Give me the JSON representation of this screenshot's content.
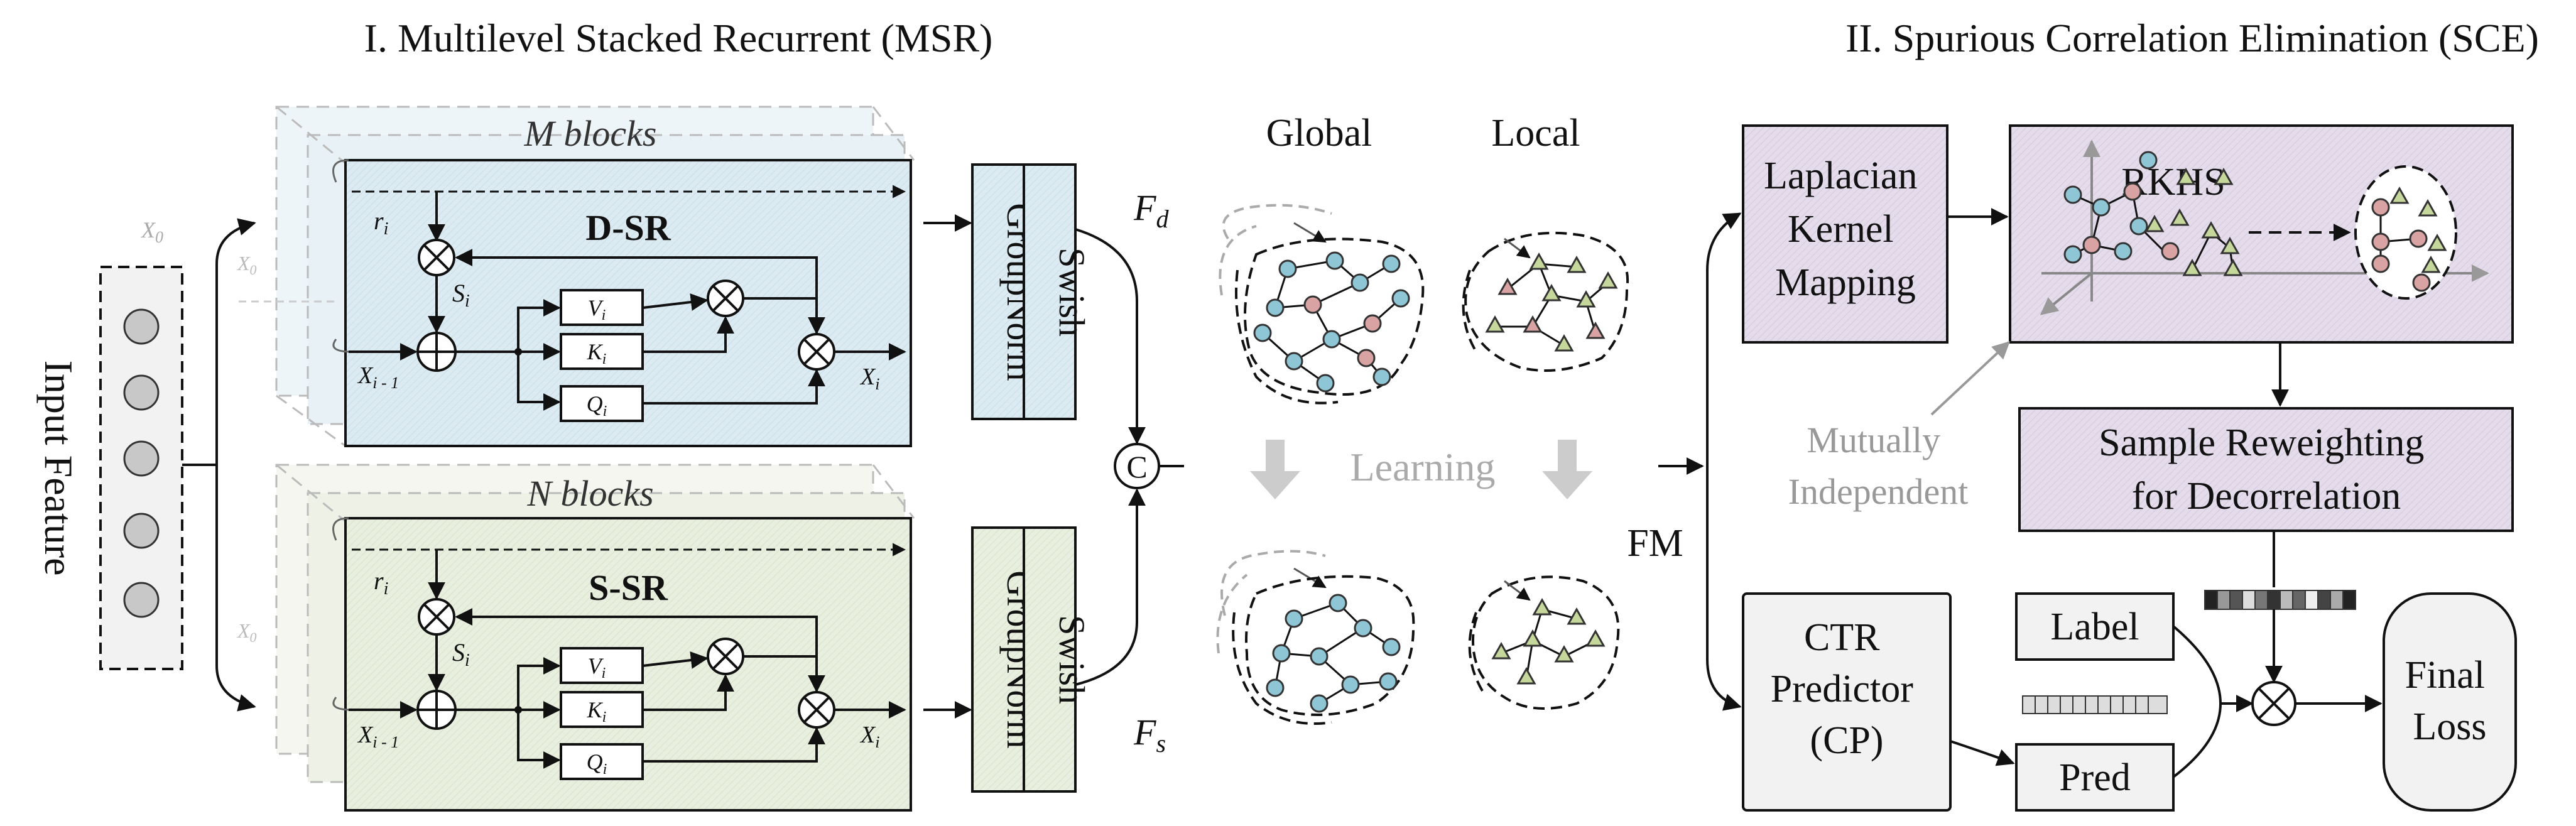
{
  "msr": {
    "title": "I. Multilevel Stacked Recurrent (MSR)",
    "input_label": "Input Feature",
    "x0": "X",
    "x0_sub": "0",
    "dsr": {
      "blocks_label": "M  blocks",
      "title": "D-SR",
      "r": "r",
      "r_sub": "i",
      "s": "S",
      "s_sub": "i",
      "xprev": "X",
      "xprev_sub": "i - 1",
      "xout": "X",
      "xout_sub": "i",
      "v": "V",
      "v_sub": "i",
      "k": "K",
      "k_sub": "i",
      "q": "Q",
      "q_sub": "i",
      "groupnorm": "GroupNorm",
      "swish": "Swish",
      "f": "F",
      "f_sub": "d"
    },
    "ssr": {
      "blocks_label": "N  blocks",
      "title": "S-SR",
      "r": "r",
      "r_sub": "i",
      "s": "S",
      "s_sub": "i",
      "xprev": "X",
      "xprev_sub": "i - 1",
      "xout": "X",
      "xout_sub": "i",
      "v": "V",
      "v_sub": "i",
      "k": "K",
      "k_sub": "i",
      "q": "Q",
      "q_sub": "i",
      "groupnorm": "GroupNorm",
      "swish": "Swish",
      "f": "F",
      "f_sub": "s"
    },
    "concat": "C"
  },
  "graphs": {
    "global": "Global",
    "local": "Local",
    "learning": "Learning"
  },
  "sce": {
    "title": "II. Spurious Correlation Elimination (SCE)",
    "fm": "FM",
    "laplacian": [
      "Laplacian",
      "Kernel",
      "Mapping"
    ],
    "rkhs": "RKHS",
    "mutually": [
      "Mutually",
      "Independent"
    ],
    "reweight": [
      "Sample Reweighting",
      "for Decorrelation"
    ],
    "ctr": [
      "CTR",
      "Predictor",
      "(CP)"
    ],
    "label": "Label",
    "pred": "Pred",
    "final": [
      "Final",
      "Loss"
    ]
  },
  "colors": {
    "dsr_fill": "#dcebf2",
    "ssr_fill": "#e9efdf",
    "sce_fill": "#e4dcea",
    "node_blue": "#8ec6d6",
    "node_pink": "#d9a3a3",
    "node_green": "#c6d79b",
    "gray_box": "#f2f2f2"
  }
}
